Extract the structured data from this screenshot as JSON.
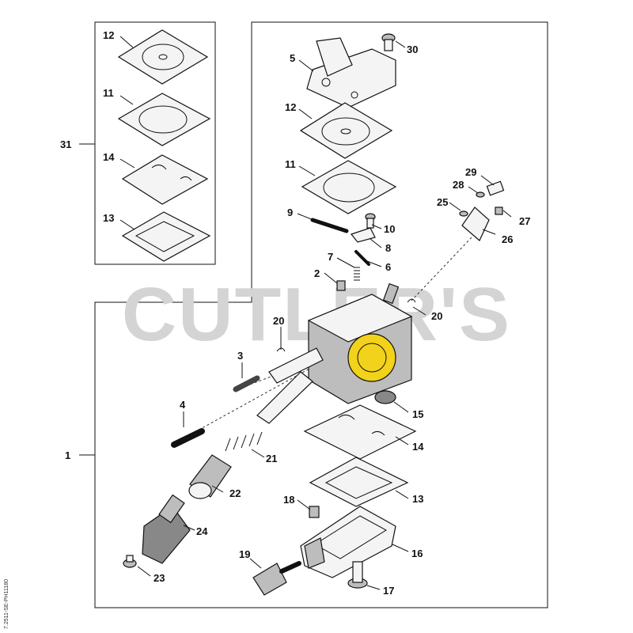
{
  "watermark": "CUTLER'S",
  "doc_code": "7.2511-SE-PH11180",
  "callouts": {
    "c1": "1",
    "c31": "31",
    "k12": "12",
    "k11": "11",
    "k14": "14",
    "k13": "13",
    "c30": "30",
    "c5": "5",
    "c12": "12",
    "c11": "11",
    "c29": "29",
    "c28": "28",
    "c25": "25",
    "c27": "27",
    "c26": "26",
    "c9": "9",
    "c10": "10",
    "c8": "8",
    "c7": "7",
    "c6": "6",
    "c2": "2",
    "c20a": "20",
    "c20b": "20",
    "c3": "3",
    "c4": "4",
    "c15": "15",
    "c14": "14",
    "c21": "21",
    "c13": "13",
    "c22": "22",
    "c18": "18",
    "c24": "24",
    "c16": "16",
    "c19": "19",
    "c23": "23",
    "c17": "17"
  },
  "colors": {
    "line": "#111111",
    "watermark": "#d4d4d4",
    "accent_yellow": "#f2d21a"
  }
}
